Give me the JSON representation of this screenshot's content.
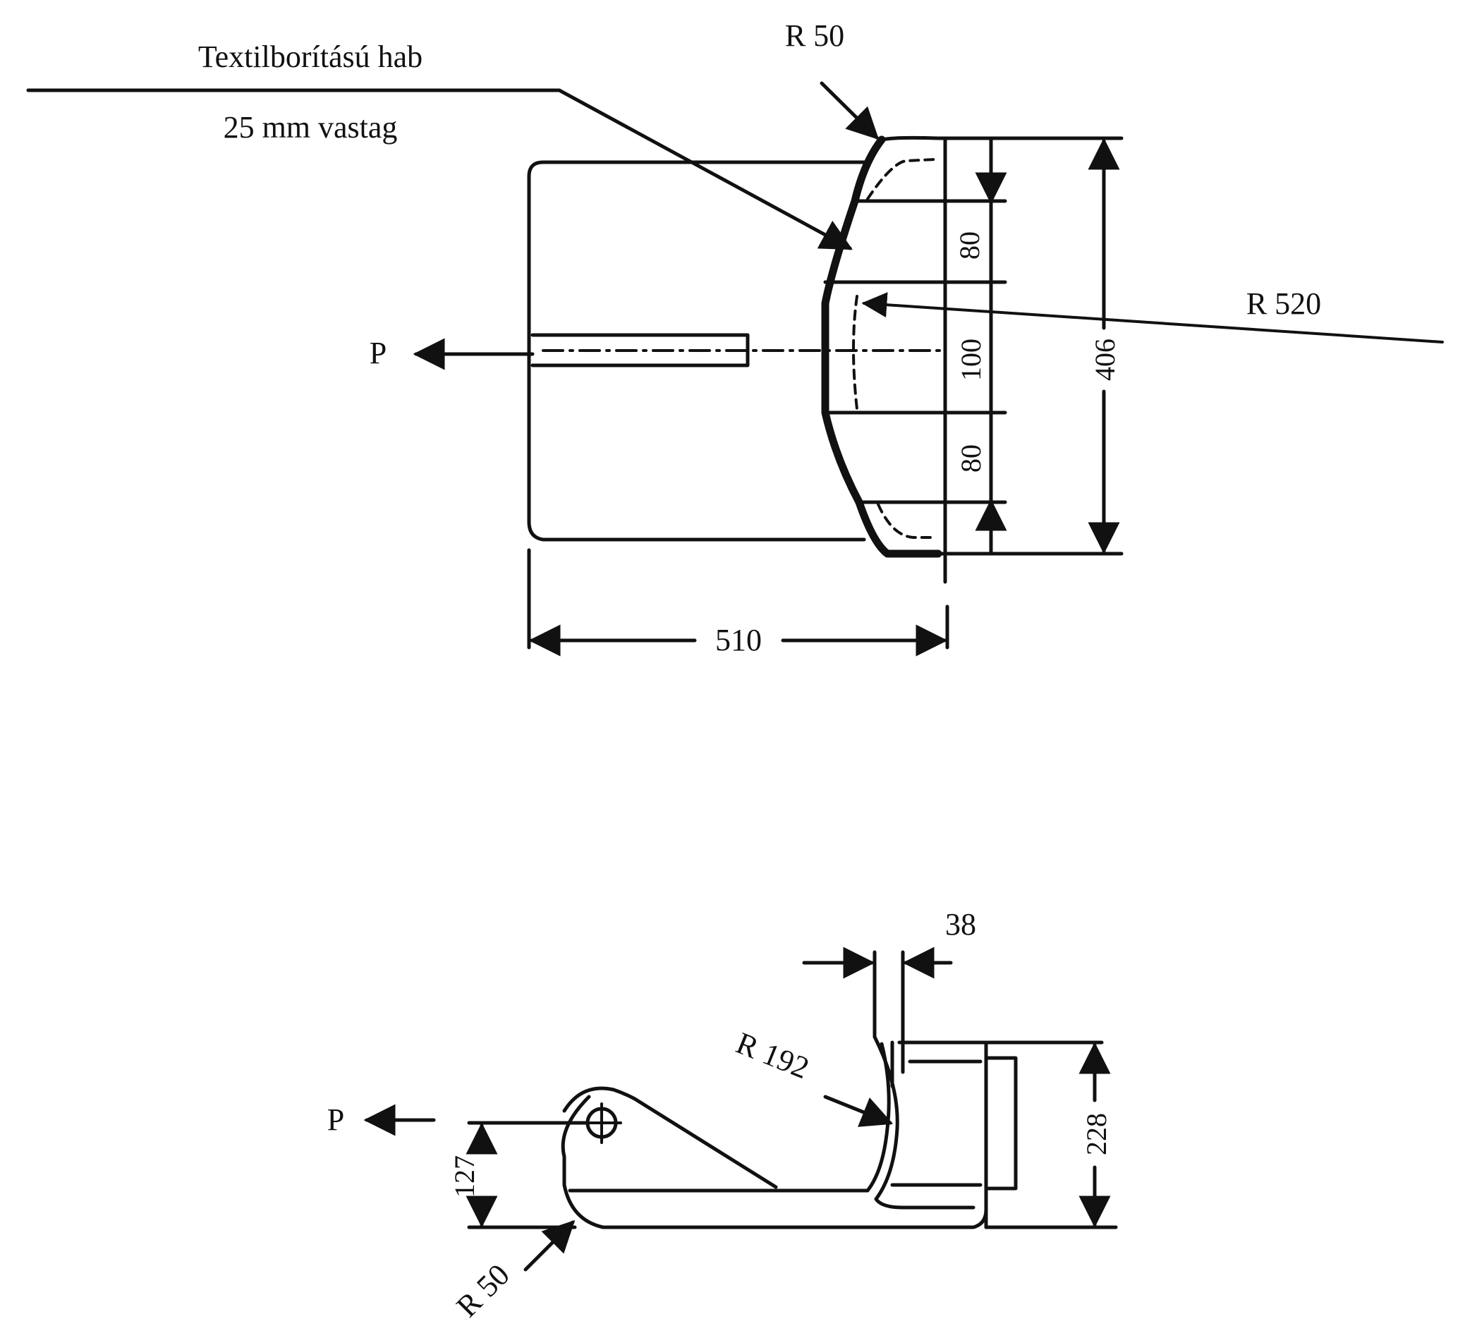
{
  "labels": {
    "foam_label": "Textilborítású hab",
    "foam_thickness": "25 mm vastag",
    "top_r50": "R 50",
    "r520": "R 520",
    "p_top": "P",
    "dim_80_upper": "80",
    "dim_100": "100",
    "dim_80_lower": "80",
    "dim_406": "406",
    "dim_510": "510",
    "dim_38": "38",
    "r192": "R 192",
    "p_bottom": "P",
    "dim_228": "228",
    "dim_127": "127",
    "bottom_r50": "R 50"
  },
  "colors": {
    "ink": "#111111",
    "paper": "#ffffff"
  }
}
